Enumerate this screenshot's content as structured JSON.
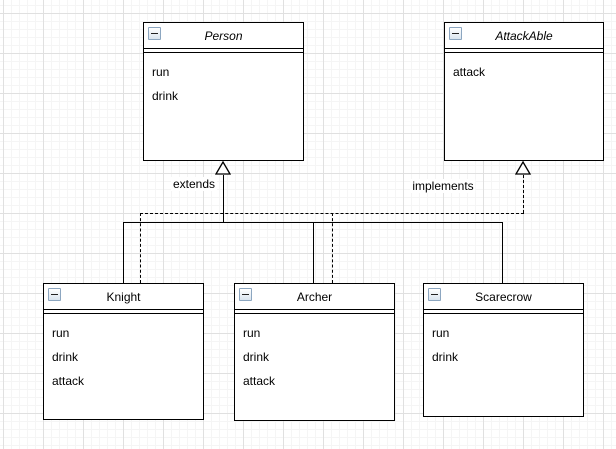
{
  "diagram": {
    "classes": [
      {
        "name": "Person",
        "abstract": true,
        "methods": [
          "run",
          "drink"
        ]
      },
      {
        "name": "AttackAble",
        "abstract": true,
        "methods": [
          "attack"
        ]
      },
      {
        "name": "Knight",
        "abstract": false,
        "methods": [
          "run",
          "drink",
          "attack"
        ]
      },
      {
        "name": "Archer",
        "abstract": false,
        "methods": [
          "run",
          "drink",
          "attack"
        ]
      },
      {
        "name": "Scarecrow",
        "abstract": false,
        "methods": [
          "run",
          "drink"
        ]
      }
    ],
    "relationships": [
      {
        "type": "extends",
        "label": "extends",
        "from": [
          "Knight",
          "Archer",
          "Scarecrow"
        ],
        "to": "Person",
        "line_style": "solid",
        "arrow": "hollow-triangle"
      },
      {
        "type": "implements",
        "label": "implements",
        "from": [
          "Knight",
          "Archer"
        ],
        "to": "AttackAble",
        "line_style": "dashed",
        "arrow": "hollow-triangle"
      }
    ],
    "icons": {
      "collapse": "minus-square"
    },
    "colors": {
      "shape_stroke": "#000000",
      "shape_fill": "#ffffff",
      "text": "#000000",
      "grid_major": "#e0e0e0",
      "grid_minor": "#f5f5f5",
      "collapse_border": "#8ca6c0"
    }
  }
}
